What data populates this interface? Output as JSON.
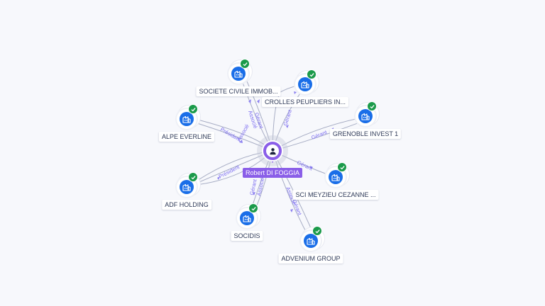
{
  "center": {
    "name": "Robert DI FOGGIA"
  },
  "companies": [
    {
      "name": "SOCIETE CIVILE IMMOB..."
    },
    {
      "name": "CROLLES PEUPLIERS IN..."
    },
    {
      "name": "ALPE EVERLINE"
    },
    {
      "name": "GRENOBLE INVEST 1"
    },
    {
      "name": "ADF HOLDING"
    },
    {
      "name": "SCI MEYZIEU CEZANNE ..."
    },
    {
      "name": "SOCIDIS"
    },
    {
      "name": "ADVENIUM GROUP"
    }
  ],
  "relations": [
    {
      "label": "Gérant"
    },
    {
      "label": "Associé"
    },
    {
      "label": "Gérant"
    },
    {
      "label": "Président"
    },
    {
      "label": "Associé"
    },
    {
      "label": "Gérant"
    },
    {
      "label": "Président"
    },
    {
      "label": "Gérant"
    },
    {
      "label": "Gérant"
    },
    {
      "label": "Associé"
    },
    {
      "label": "Associé"
    },
    {
      "label": "Gérant"
    }
  ],
  "icons": {
    "center": "person-icon",
    "company": "building-icon",
    "verified": "check-icon"
  },
  "colors": {
    "center": "#8a5ee8",
    "company": "#1a6ee8",
    "verified": "#1b9a4a",
    "edge_label": "#7b6cf0"
  }
}
